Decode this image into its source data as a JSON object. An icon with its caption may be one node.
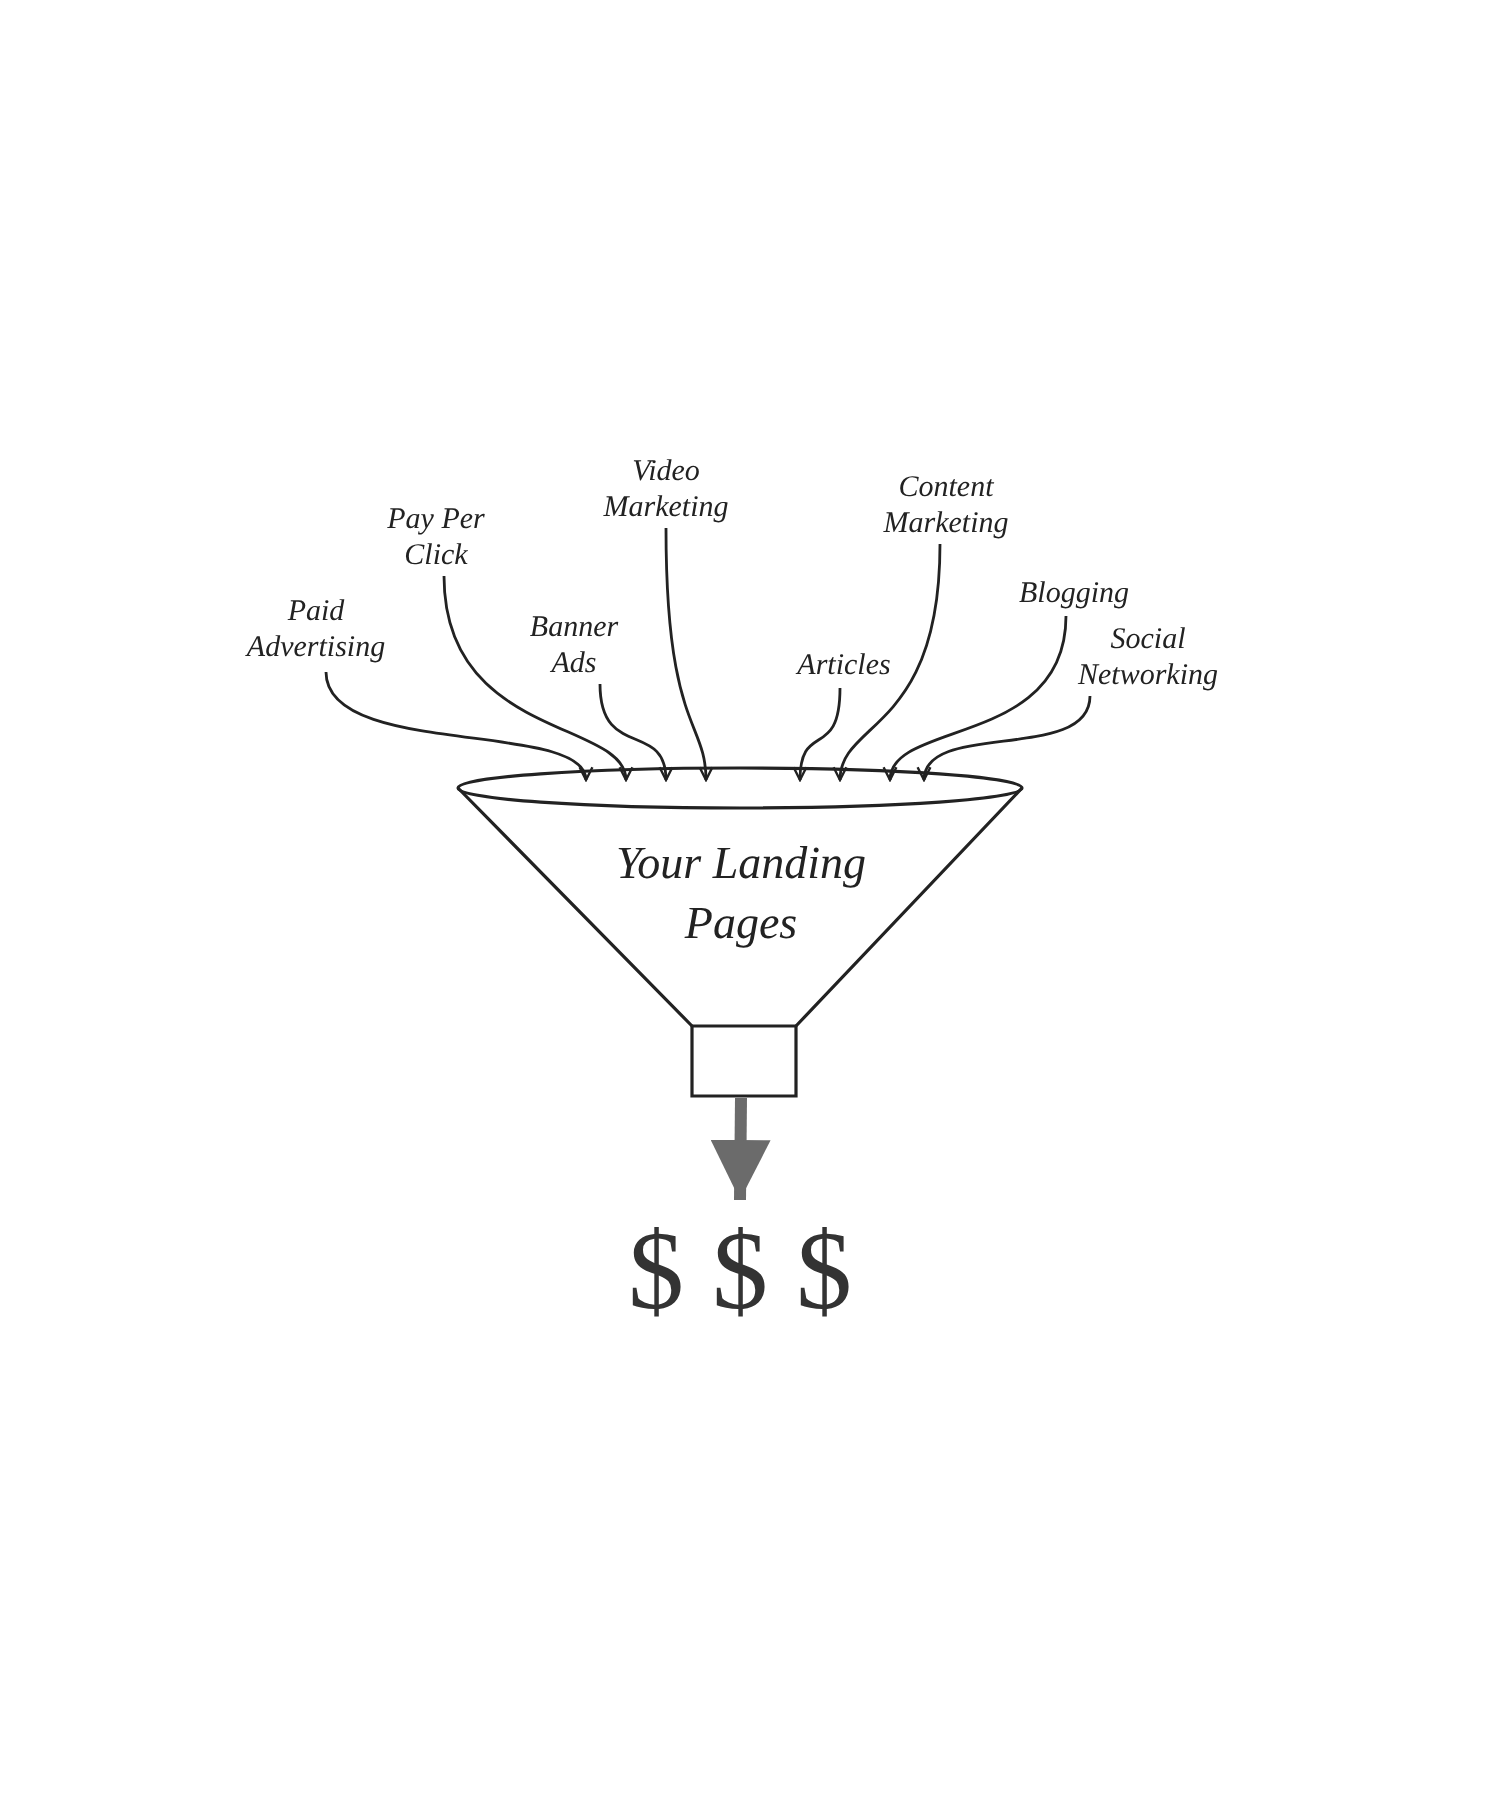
{
  "diagram": {
    "nodes": [
      {
        "text": [
          "Paid Advertising"
        ]
      },
      {
        "text": [
          "Pay Per Click"
        ]
      },
      {
        "text": [
          "Video Marketing"
        ]
      },
      {
        "text": [
          "Banner Ads"
        ]
      },
      {
        "text": [
          "Content Marketing"
        ]
      },
      {
        "text": [
          "Articles"
        ]
      },
      {
        "text": [
          "Blogging"
        ]
      },
      {
        "text": [
          "Social Networking"
        ]
      },
      {
        "text": [
          "Your Landing Pages"
        ]
      },
      {
        "text": [
          "$ $ $"
        ]
      }
    ],
    "edges": [
      {
        "from": 0,
        "to": 8,
        "arrow": "to"
      },
      {
        "from": 1,
        "to": 8,
        "arrow": "to"
      },
      {
        "from": 3,
        "to": 8,
        "arrow": "to"
      },
      {
        "from": 2,
        "to": 8,
        "arrow": "to"
      },
      {
        "from": 5,
        "to": 8,
        "arrow": "to"
      },
      {
        "from": 4,
        "to": 8,
        "arrow": "to"
      },
      {
        "from": 6,
        "to": 8,
        "arrow": "to"
      },
      {
        "from": 7,
        "to": 8,
        "arrow": "to"
      },
      {
        "from": 8,
        "to": 9,
        "arrow": "to",
        "style": "thick",
        "color": "#6b6b6b"
      }
    ]
  }
}
